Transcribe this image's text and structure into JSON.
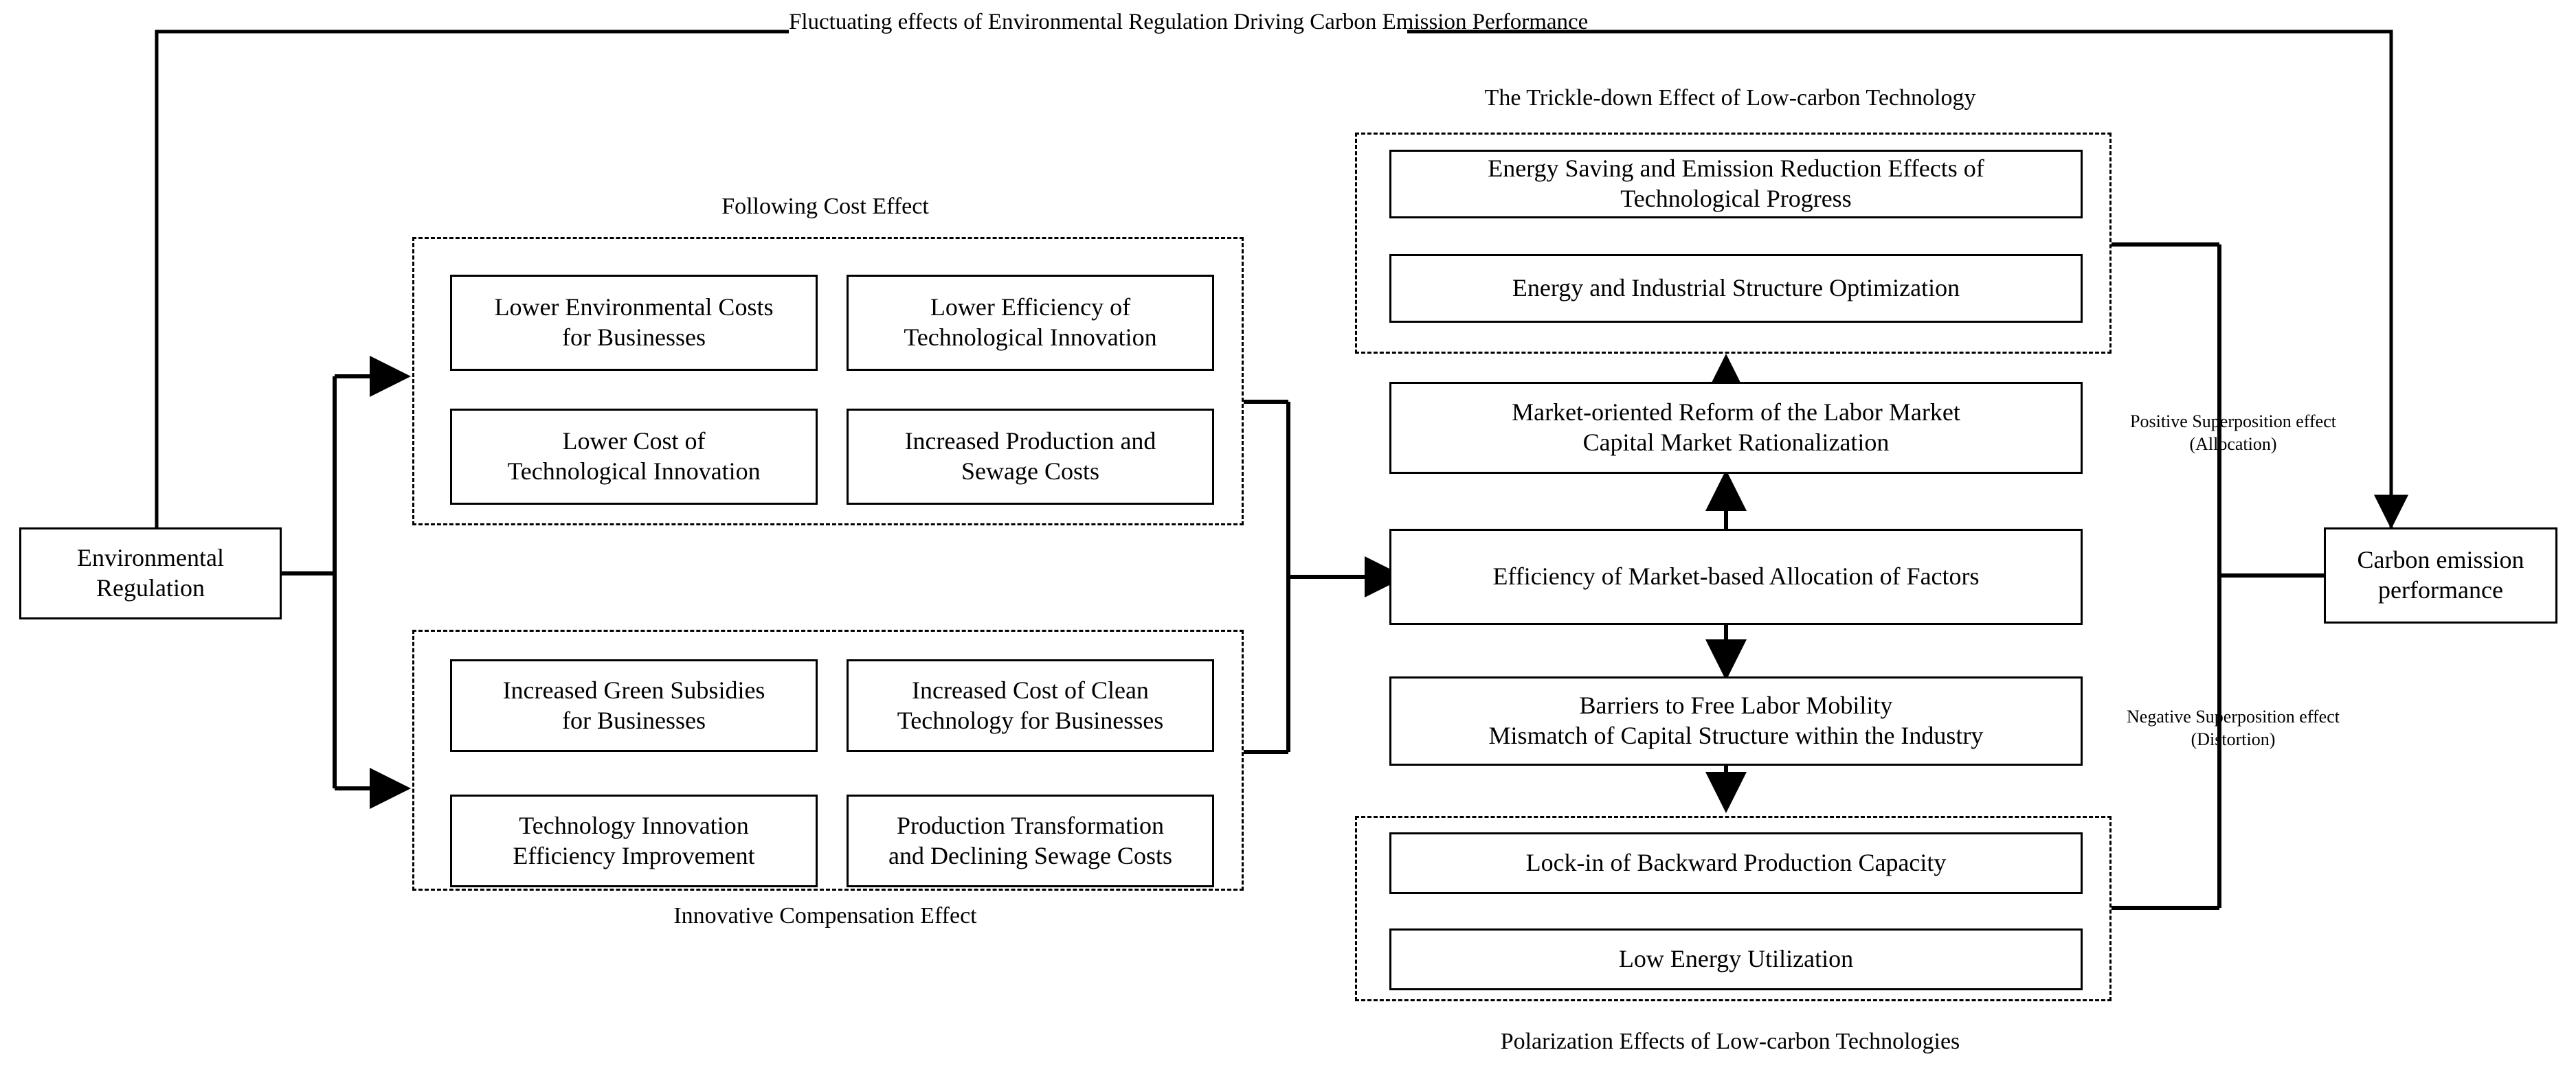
{
  "diagram": {
    "title": "Fluctuating effects of Environmental Regulation Driving Carbon Emission Performance",
    "source_node": {
      "label": "Environmental\nRegulation"
    },
    "outcome_node": {
      "label": "Carbon emission\nperformance"
    },
    "groups": [
      {
        "id": "following-cost-effect",
        "caption": "Following Cost Effect",
        "caption_position": "top",
        "boxes": [
          "Lower Environmental Costs\nfor Businesses",
          "Lower Efficiency of\nTechnological Innovation",
          "Lower Cost of\nTechnological Innovation",
          "Increased Production and\nSewage Costs"
        ]
      },
      {
        "id": "innovative-compensation-effect",
        "caption": "Innovative Compensation Effect",
        "caption_position": "bottom",
        "boxes": [
          "Increased Green Subsidies\nfor Businesses",
          "Increased Cost of Clean\nTechnology for Businesses",
          "Technology Innovation\nEfficiency Improvement",
          "Production Transformation\nand Declining Sewage Costs"
        ]
      },
      {
        "id": "trickle-down-effect",
        "caption": "The Trickle-down Effect of Low-carbon Technology",
        "caption_position": "top",
        "boxes": [
          "Energy Saving and Emission Reduction Effects of\nTechnological Progress",
          "Energy and Industrial Structure Optimization"
        ]
      },
      {
        "id": "polarization-effects",
        "caption": "Polarization Effects of Low-carbon Technologies",
        "caption_position": "bottom",
        "boxes": [
          "Lock-in of Backward Production Capacity",
          "Low Energy Utilization"
        ]
      }
    ],
    "middle_chain": [
      "Market-oriented Reform of the Labor Market\nCapital Market Rationalization",
      "Efficiency of Market-based Allocation of Factors",
      "Barriers to Free Labor Mobility\nMismatch of Capital Structure within the Industry"
    ],
    "side_labels": [
      {
        "id": "positive",
        "line1": "Positive Superposition effect",
        "line2": "(Allocation)"
      },
      {
        "id": "negative",
        "line1": "Negative Superposition effect",
        "line2": "(Distortion)"
      }
    ],
    "colors": {
      "stroke": "#000000",
      "background": "#ffffff"
    }
  }
}
